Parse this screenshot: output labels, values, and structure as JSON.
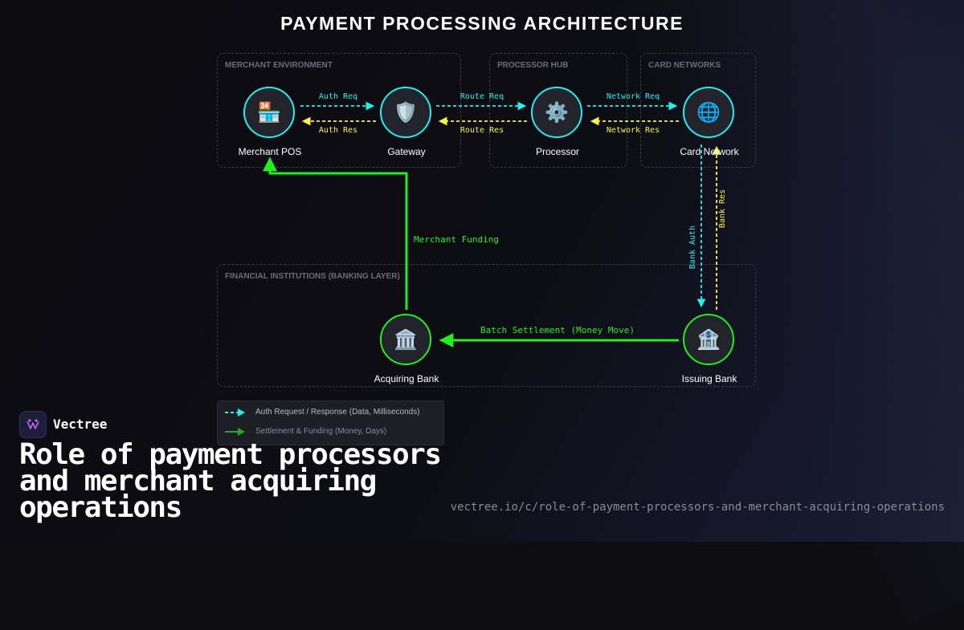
{
  "title": "PAYMENT PROCESSING ARCHITECTURE",
  "colors": {
    "request": "#1ff0f0",
    "response": "#f5f542",
    "settlement": "#22ee22",
    "zone_border": "#3a3a44"
  },
  "zones": [
    {
      "id": "merchant",
      "label": "MERCHANT ENVIRONMENT"
    },
    {
      "id": "processor",
      "label": "PROCESSOR HUB"
    },
    {
      "id": "networks",
      "label": "CARD NETWORKS"
    },
    {
      "id": "banking",
      "label": "FINANCIAL INSTITUTIONS (BANKING LAYER)"
    }
  ],
  "nodes": [
    {
      "id": "merchant-pos",
      "label": "Merchant POS",
      "icon": "store-icon",
      "glyph": "🏪"
    },
    {
      "id": "gateway",
      "label": "Gateway",
      "icon": "shield-icon",
      "glyph": "🛡️"
    },
    {
      "id": "processor",
      "label": "Processor",
      "icon": "gear-icon",
      "glyph": "⚙️"
    },
    {
      "id": "card-network",
      "label": "Card Network",
      "icon": "globe-icon",
      "glyph": "🌐"
    },
    {
      "id": "acquiring-bank",
      "label": "Acquiring Bank",
      "icon": "bank-building-icon",
      "glyph": "🏛️"
    },
    {
      "id": "issuing-bank",
      "label": "Issuing Bank",
      "icon": "bank-icon",
      "glyph": "🏦"
    }
  ],
  "edges": [
    {
      "from": "merchant-pos",
      "to": "gateway",
      "label": "Auth Req",
      "kind": "request"
    },
    {
      "from": "gateway",
      "to": "merchant-pos",
      "label": "Auth Res",
      "kind": "response"
    },
    {
      "from": "gateway",
      "to": "processor",
      "label": "Route Req",
      "kind": "request"
    },
    {
      "from": "processor",
      "to": "gateway",
      "label": "Route Res",
      "kind": "response"
    },
    {
      "from": "processor",
      "to": "card-network",
      "label": "Network Req",
      "kind": "request"
    },
    {
      "from": "card-network",
      "to": "processor",
      "label": "Network Res",
      "kind": "response"
    },
    {
      "from": "card-network",
      "to": "issuing-bank",
      "label": "Bank Auth",
      "kind": "request"
    },
    {
      "from": "issuing-bank",
      "to": "card-network",
      "label": "Bank Res",
      "kind": "response"
    },
    {
      "from": "issuing-bank",
      "to": "acquiring-bank",
      "label": "Batch Settlement (Money Move)",
      "kind": "settlement"
    },
    {
      "from": "acquiring-bank",
      "to": "merchant-pos",
      "label": "Merchant Funding",
      "kind": "settlement"
    }
  ],
  "legend": [
    {
      "label": "Auth Request / Response (Data, Milliseconds)",
      "kind": "request"
    },
    {
      "label": "Settlement & Funding (Money, Days)",
      "kind": "settlement"
    }
  ],
  "brand": {
    "name": "Vectree",
    "logo_icon": "vectree-logo-icon"
  },
  "headline": "Role of payment processors and merchant acquiring operations",
  "url": "vectree.io/c/role-of-payment-processors-and-merchant-acquiring-operations"
}
